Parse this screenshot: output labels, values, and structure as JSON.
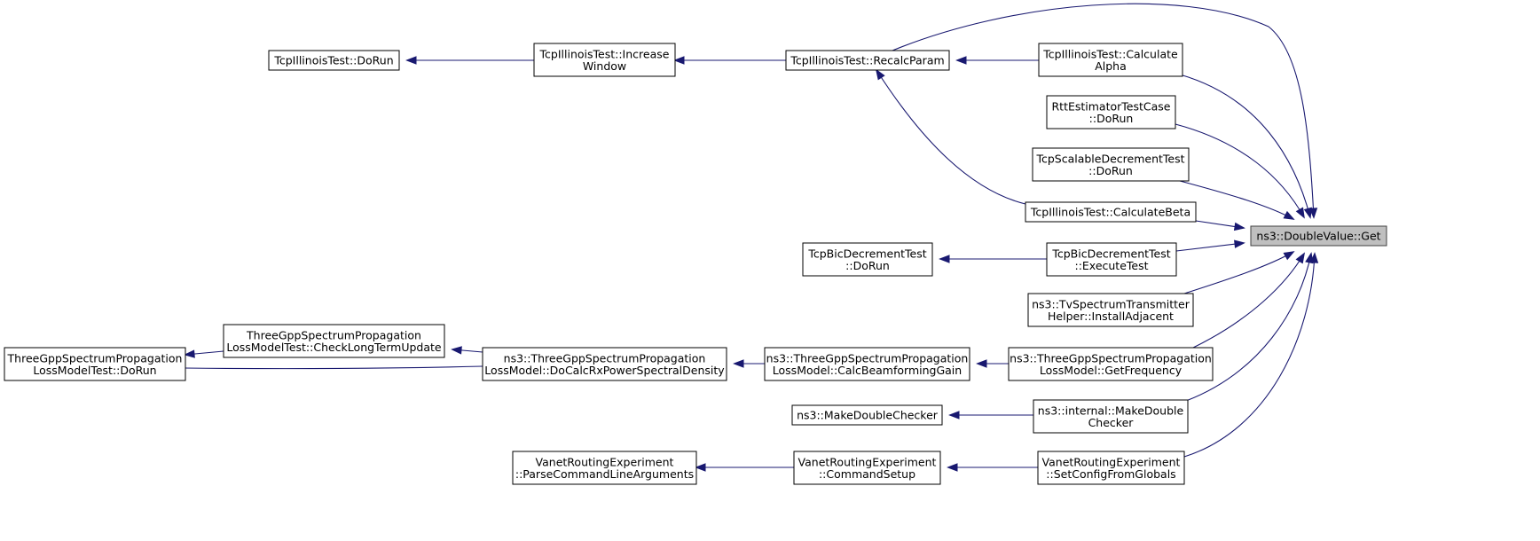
{
  "graph": {
    "type": "caller-graph",
    "root": "n_get",
    "nodes": [
      {
        "id": "n_get",
        "lines": [
          "ns3::DoubleValue::Get"
        ]
      },
      {
        "id": "n_recalc",
        "lines": [
          "TcpIllinoisTest::RecalcParam"
        ]
      },
      {
        "id": "n_calcalpha",
        "lines": [
          "TcpIllinoisTest::Calculate",
          "Alpha"
        ]
      },
      {
        "id": "n_rtt",
        "lines": [
          "RttEstimatorTestCase",
          "::DoRun"
        ]
      },
      {
        "id": "n_scalable",
        "lines": [
          "TcpScalableDecrementTest",
          "::DoRun"
        ]
      },
      {
        "id": "n_calcbeta",
        "lines": [
          "TcpIllinoisTest::CalculateBeta"
        ]
      },
      {
        "id": "n_bicexec",
        "lines": [
          "TcpBicDecrementTest",
          "::ExecuteTest"
        ]
      },
      {
        "id": "n_tvspec",
        "lines": [
          "ns3::TvSpectrumTransmitter",
          "Helper::InstallAdjacent"
        ]
      },
      {
        "id": "n_getfreq",
        "lines": [
          "ns3::ThreeGppSpectrumPropagation",
          "LossModel::GetFrequency"
        ]
      },
      {
        "id": "n_mkdblint",
        "lines": [
          "ns3::internal::MakeDouble",
          "Checker"
        ]
      },
      {
        "id": "n_setcfg",
        "lines": [
          "VanetRoutingExperiment",
          "::SetConfigFromGlobals"
        ]
      },
      {
        "id": "n_increase",
        "lines": [
          "TcpIllinoisTest::Increase",
          "Window"
        ]
      },
      {
        "id": "n_illrun",
        "lines": [
          "TcpIllinoisTest::DoRun"
        ]
      },
      {
        "id": "n_bicrun",
        "lines": [
          "TcpBicDecrementTest",
          "::DoRun"
        ]
      },
      {
        "id": "n_beam",
        "lines": [
          "ns3::ThreeGppSpectrumPropagation",
          "LossModel::CalcBeamformingGain"
        ]
      },
      {
        "id": "n_docalc",
        "lines": [
          "ns3::ThreeGppSpectrumPropagation",
          "LossModel::DoCalcRxPowerSpectralDensity"
        ]
      },
      {
        "id": "n_checklt",
        "lines": [
          "ThreeGppSpectrumPropagation",
          "LossModelTest::CheckLongTermUpdate"
        ]
      },
      {
        "id": "n_3gpprun",
        "lines": [
          "ThreeGppSpectrumPropagation",
          "LossModelTest::DoRun"
        ]
      },
      {
        "id": "n_mkdbl",
        "lines": [
          "ns3::MakeDoubleChecker"
        ]
      },
      {
        "id": "n_cmdsetup",
        "lines": [
          "VanetRoutingExperiment",
          "::CommandSetup"
        ]
      },
      {
        "id": "n_parse",
        "lines": [
          "VanetRoutingExperiment",
          "::ParseCommandLineArguments"
        ]
      }
    ],
    "edges": [
      {
        "from": "n_recalc",
        "to": "n_get"
      },
      {
        "from": "n_calcalpha",
        "to": "n_get"
      },
      {
        "from": "n_rtt",
        "to": "n_get"
      },
      {
        "from": "n_scalable",
        "to": "n_get"
      },
      {
        "from": "n_calcbeta",
        "to": "n_get"
      },
      {
        "from": "n_bicexec",
        "to": "n_get"
      },
      {
        "from": "n_tvspec",
        "to": "n_get"
      },
      {
        "from": "n_getfreq",
        "to": "n_get"
      },
      {
        "from": "n_mkdblint",
        "to": "n_get"
      },
      {
        "from": "n_setcfg",
        "to": "n_get"
      },
      {
        "from": "n_calcalpha",
        "to": "n_recalc"
      },
      {
        "from": "n_calcbeta",
        "to": "n_recalc"
      },
      {
        "from": "n_recalc",
        "to": "n_increase"
      },
      {
        "from": "n_increase",
        "to": "n_illrun"
      },
      {
        "from": "n_bicexec",
        "to": "n_bicrun"
      },
      {
        "from": "n_getfreq",
        "to": "n_beam"
      },
      {
        "from": "n_beam",
        "to": "n_docalc"
      },
      {
        "from": "n_docalc",
        "to": "n_checklt"
      },
      {
        "from": "n_docalc",
        "to": "n_3gpprun"
      },
      {
        "from": "n_checklt",
        "to": "n_3gpprun"
      },
      {
        "from": "n_mkdblint",
        "to": "n_mkdbl"
      },
      {
        "from": "n_setcfg",
        "to": "n_cmdsetup"
      },
      {
        "from": "n_cmdsetup",
        "to": "n_parse"
      }
    ]
  }
}
